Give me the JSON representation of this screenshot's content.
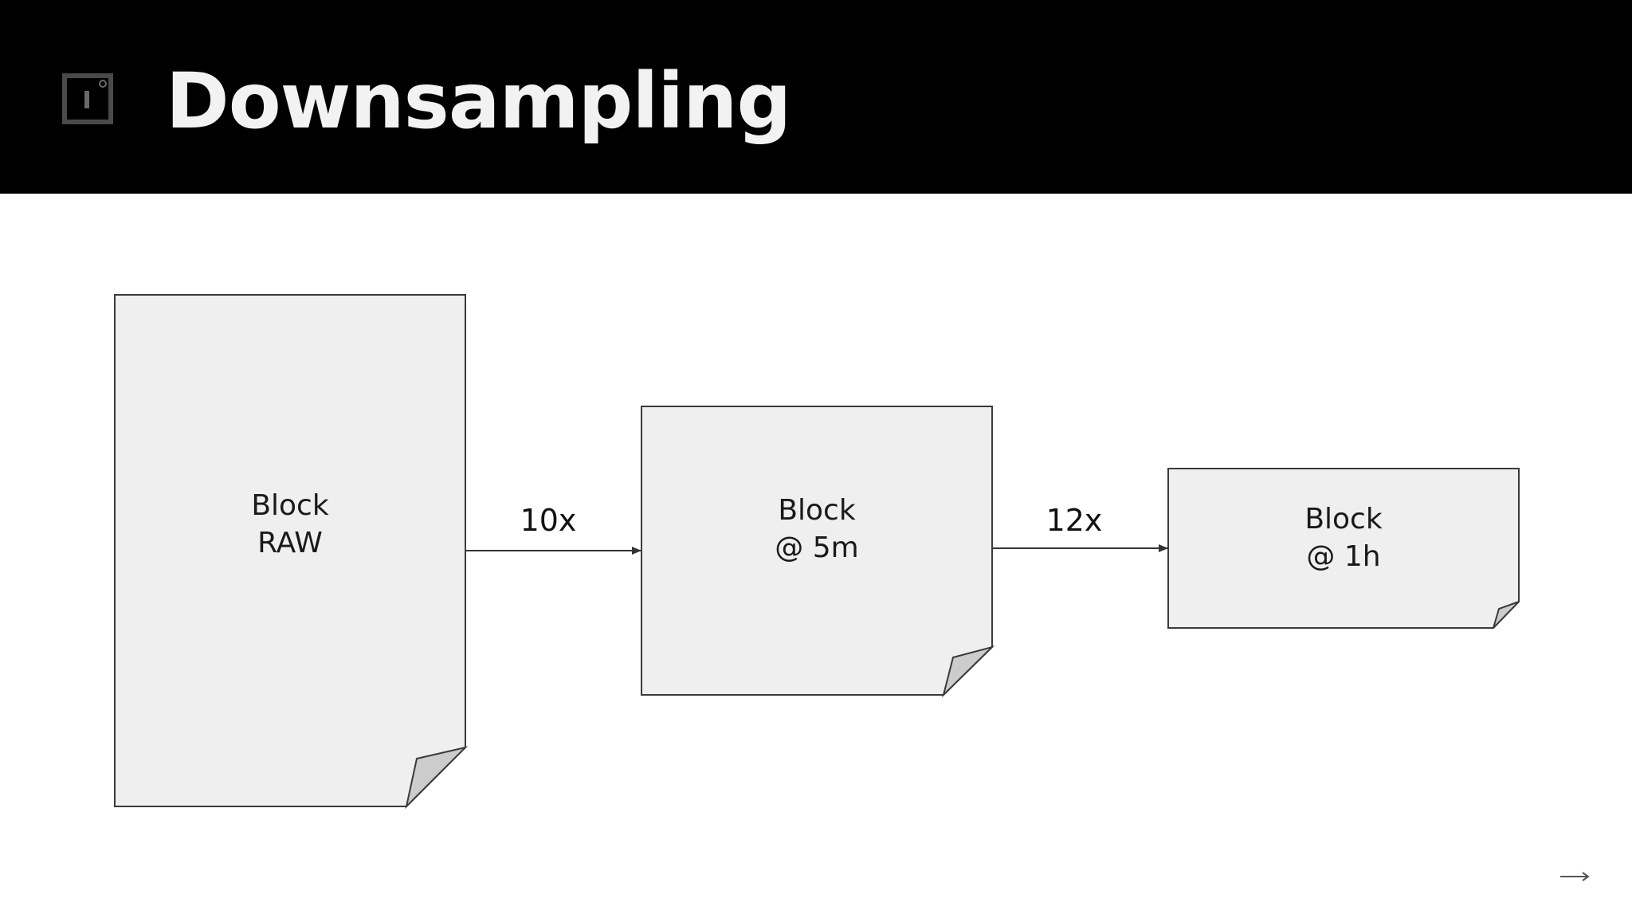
{
  "slide": {
    "title": "Downsampling"
  },
  "diagram": {
    "nodes": [
      {
        "id": "raw",
        "line1": "Block",
        "line2": "RAW"
      },
      {
        "id": "5m",
        "line1": "Block",
        "line2": "@ 5m"
      },
      {
        "id": "1h",
        "line1": "Block",
        "line2": "@ 1h"
      }
    ],
    "edges": [
      {
        "from": "raw",
        "to": "5m",
        "label": "10x"
      },
      {
        "from": "5m",
        "to": "1h",
        "label": "12x"
      }
    ]
  },
  "colors": {
    "header_bg": "#000000",
    "title_text": "#f2f2f2",
    "node_fill": "#efefef",
    "node_stroke": "#3a3a3a",
    "fold_fill": "#cccccc"
  },
  "icons": {
    "logo": "bracket-logo-icon",
    "next": "arrow-right-icon"
  }
}
